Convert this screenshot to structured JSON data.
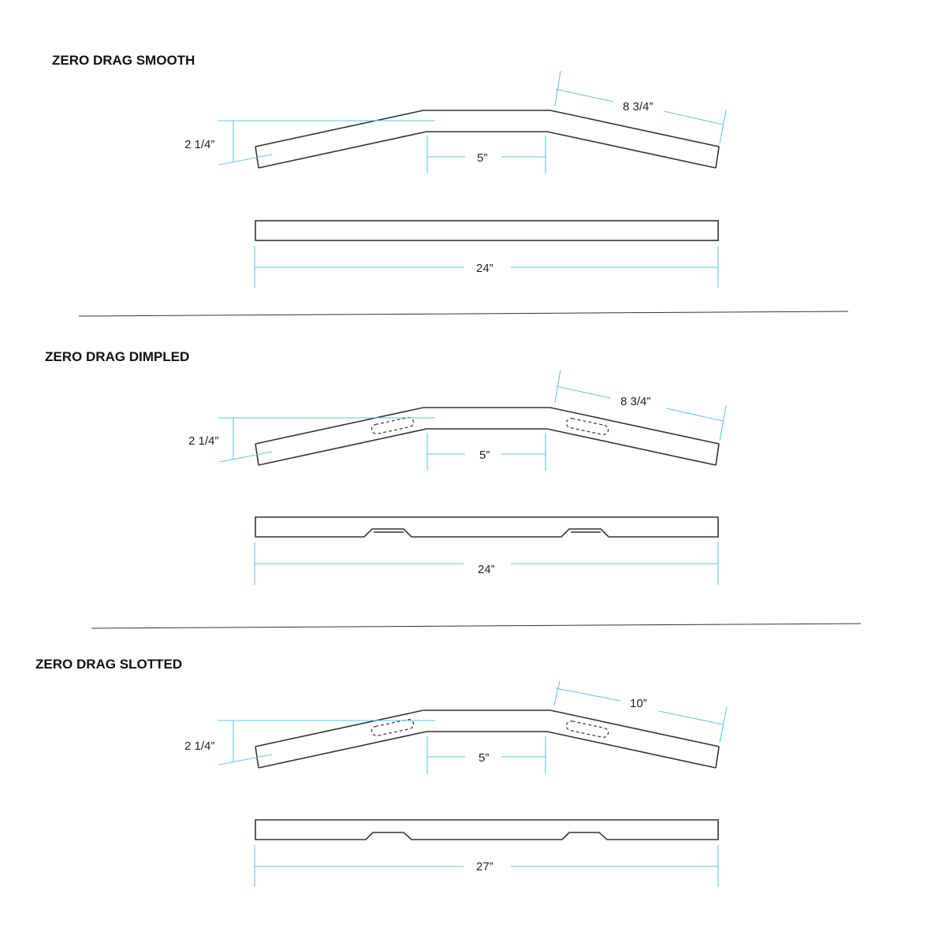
{
  "colors": {
    "outline": "#333333",
    "dimension_line": "#5ec8e6",
    "background": "#ffffff"
  },
  "sections": [
    {
      "title": "ZERO DRAG SMOOTH",
      "rise": "2 1/4”",
      "center_width": "5”",
      "wing_length": "8 3/4”",
      "overall_length": "24”",
      "features": "none"
    },
    {
      "title": "ZERO DRAG DIMPLED",
      "rise": "2 1/4”",
      "center_width": "5”",
      "wing_length": "8 3/4”",
      "overall_length": "24”",
      "features": "dimples"
    },
    {
      "title": "ZERO DRAG SLOTTED",
      "rise": "2 1/4”",
      "center_width": "5”",
      "wing_length": "10”",
      "overall_length": "27”",
      "features": "slots"
    }
  ]
}
